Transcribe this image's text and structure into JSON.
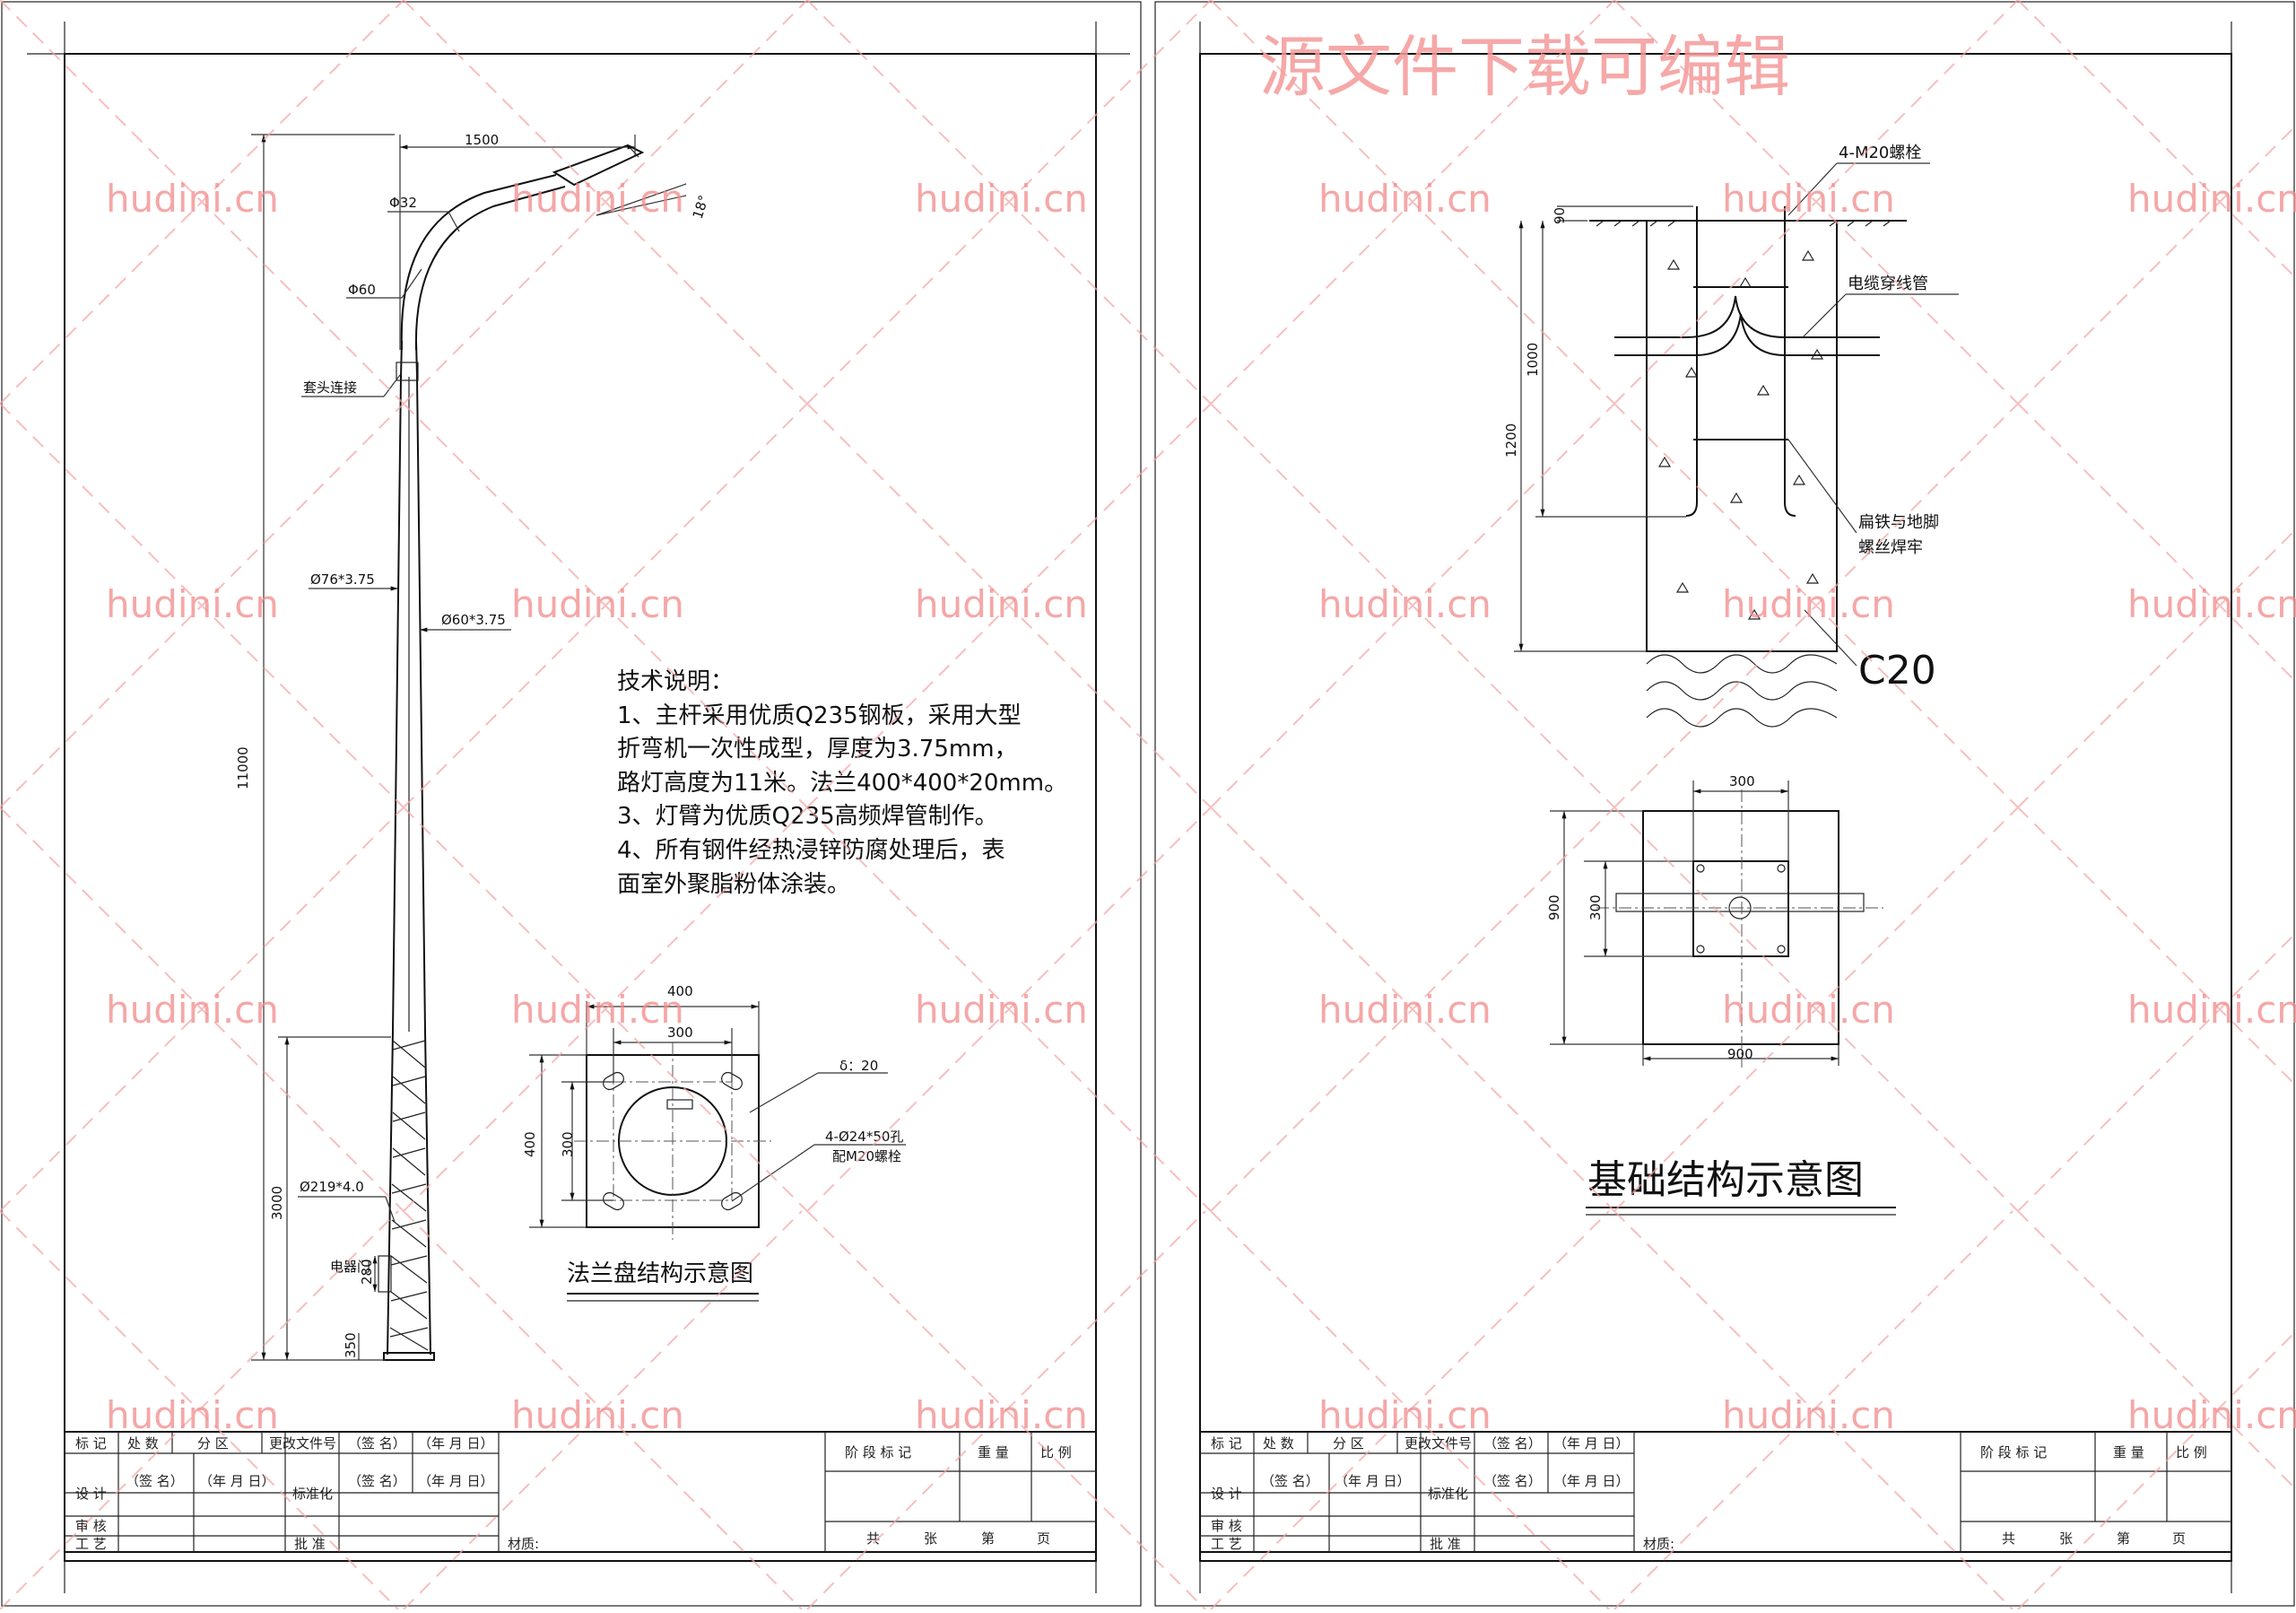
{
  "watermarks": {
    "top_banner": "源文件下载可编辑",
    "site": "hudini.cn"
  },
  "left_sheet": {
    "dimensions": {
      "arm_length": "1500",
      "arm_pipe": "Φ32",
      "arm_angle": "18°",
      "arm_base": "Φ60",
      "sleeve_connection": "套头连接",
      "upper_pole": "Ø76*3.75",
      "inner_pole": "Ø60*3.75",
      "total_height": "11000",
      "bottom_height": "3000",
      "base_pipe": "Ø219*4.0",
      "door_label": "电器门",
      "door_height": "280",
      "door_offset": "350"
    },
    "notes": {
      "title": "技术说明：",
      "lines": [
        "1、主杆采用优质Q235钢板，采用大型",
        "折弯机一次性成型，厚度为3.75mm，",
        "路灯高度为11米。法兰400*400*20mm。",
        "3、灯臂为优质Q235高频焊管制作。",
        "4、所有钢件经热浸锌防腐处理后，表",
        "面室外聚脂粉体涂装。"
      ]
    },
    "flange": {
      "outer_width": "400",
      "bolt_spacing": "300",
      "outer_height": "400",
      "bolt_spacing_v": "300",
      "thickness": "δ：20",
      "holes": "4-Ø24*50孔",
      "bolts": "配M20螺栓",
      "caption": "法兰盘结构示意图"
    }
  },
  "right_sheet": {
    "section": {
      "anchor_bolts": "4-M20螺栓",
      "top_offset": "90",
      "cable_pipe": "电缆穿线管",
      "bolt_length": "1000",
      "depth": "1200",
      "weld_note_1": "扁铁与地脚",
      "weld_note_2": "螺丝焊牢",
      "concrete": "C20"
    },
    "plan": {
      "inner_width": "300",
      "inner_height": "300",
      "outer_height": "900",
      "outer_width": "900"
    },
    "caption": "基础结构示意图"
  },
  "title_block": {
    "mark": "标 记",
    "count": "处 数",
    "zone": "分  区",
    "doc_no": "更改文件号",
    "sign": "（签 名）",
    "date": "（年 月 日）",
    "design": "设  计",
    "standard": "标准化",
    "review": "审  核",
    "process": "工  艺",
    "approve": "批  准",
    "material": "材质:",
    "stage_mark": "阶 段 标 记",
    "weight": "重 量",
    "scale": "比 例",
    "total": "共",
    "sheets": "张",
    "page": "第",
    "page_unit": "页"
  }
}
